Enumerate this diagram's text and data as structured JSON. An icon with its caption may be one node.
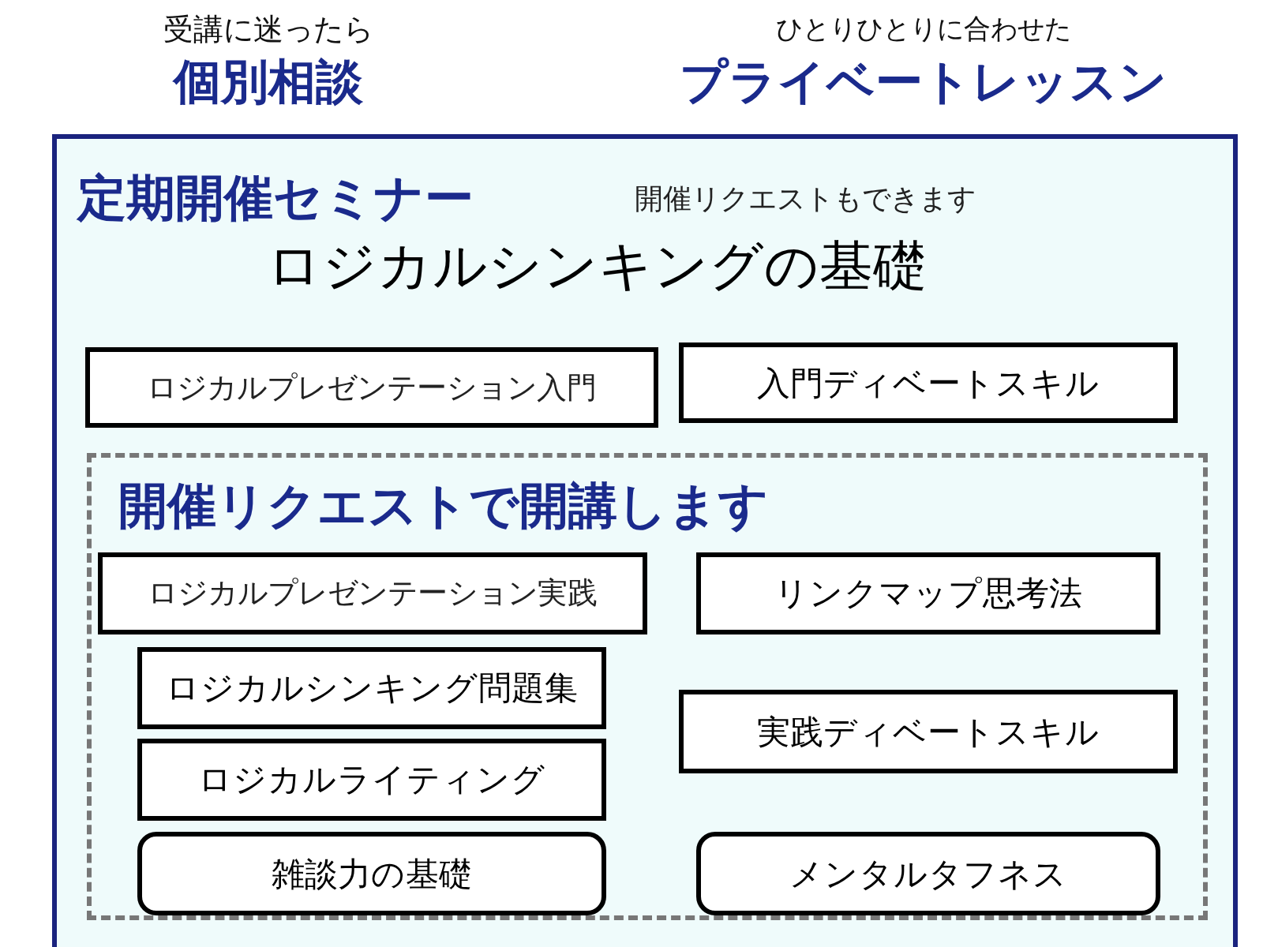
{
  "diagram": {
    "nodes": [
      {
        "text": [
          "定期開催セミナー",
          "開催リクエストもできます",
          "ロジカルシンキングの基礎"
        ]
      },
      {
        "text": [
          "ロジカルプレゼンテーション入門"
        ],
        "in": 0
      },
      {
        "text": [
          "入門ディベートスキル"
        ],
        "in": 0
      },
      {
        "text": [
          "開催リクエストで開講します"
        ],
        "in": 0
      },
      {
        "text": [
          "ロジカルプレゼンテーション実践"
        ],
        "in": 3
      },
      {
        "text": [
          "リンクマップ思考法"
        ],
        "in": 3
      },
      {
        "text": [
          "ロジカルシンキング問題集"
        ],
        "in": 3
      },
      {
        "text": [
          "実践ディベートスキル"
        ],
        "in": 3
      },
      {
        "text": [
          "ロジカルライティング"
        ],
        "in": 3
      },
      {
        "text": [
          "雑談力の基礎"
        ],
        "in": 3
      },
      {
        "text": [
          "メンタルタフネス"
        ],
        "in": 3
      }
    ],
    "labels": [
      "受講に迷ったら",
      "個別相談",
      "ひとりひとりに合わせた",
      "プライベートレッスン"
    ]
  }
}
